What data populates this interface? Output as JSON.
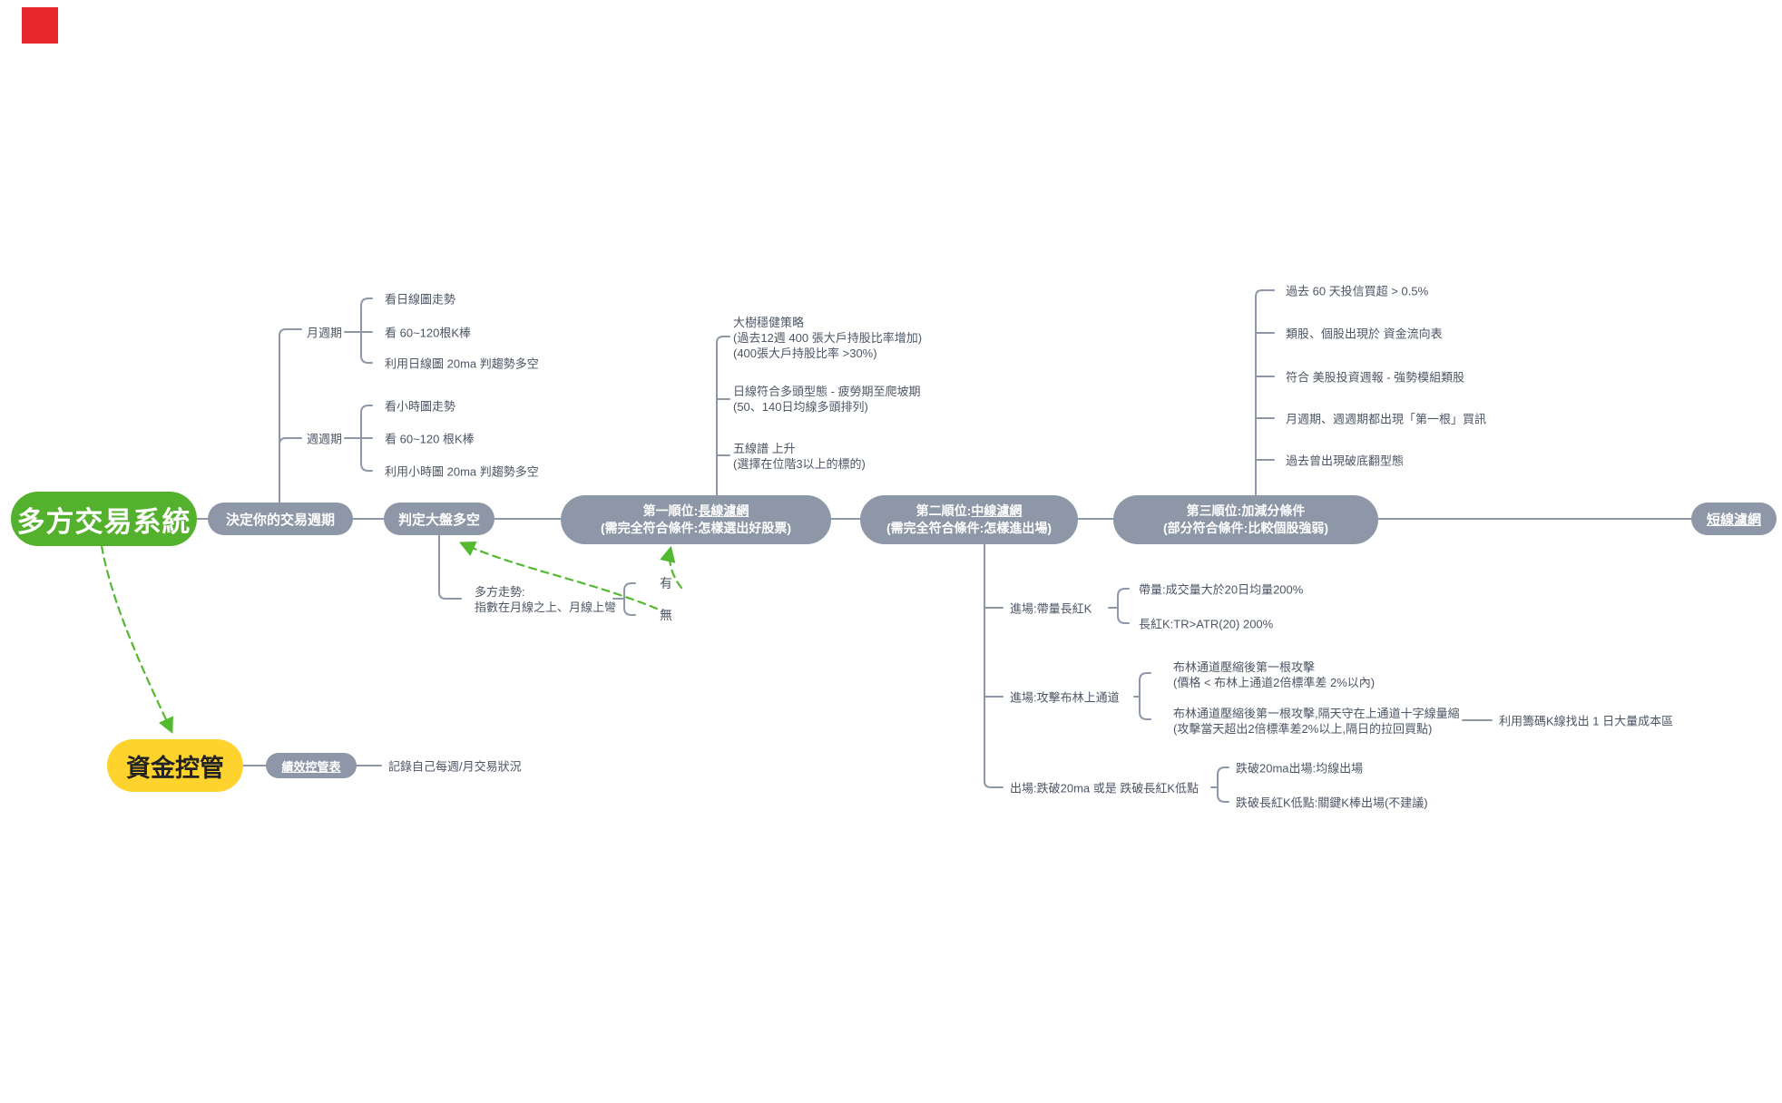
{
  "palette": {
    "node_gray": "#8d97a7",
    "line_gray": "#8d97a7",
    "text_dark": "#4d5665",
    "root_green": "#54b12e",
    "money_yellow": "#ffd32e",
    "arrow_green": "#53b92f",
    "red_marker": "#e8262d"
  },
  "root": {
    "label": "多方交易系統"
  },
  "cycle": {
    "label": "決定你的交易週期",
    "month": {
      "label": "月週期",
      "items": [
        "看日線圖走勢",
        "看 60~120根K棒",
        "利用日線圖 20ma 判趨勢多空"
      ]
    },
    "week": {
      "label": "週週期",
      "items": [
        "看小時圖走勢",
        "看 60~120 根K棒",
        "利用小時圖 20ma 判趨勢多空"
      ]
    }
  },
  "market": {
    "label": "判定大盤多空",
    "trend": {
      "line1": "多方走勢:",
      "line2": "指數在月線之上、月線上彎",
      "yes": "有",
      "no": "無"
    }
  },
  "p1": {
    "prefix": "第一順位:",
    "link": "長線濾網",
    "subtitle": "(需完全符合條件:怎樣選出好股票)",
    "blocks": [
      {
        "lines": [
          "大樹穩健策略",
          "(過去12週 400 張大戶持股比率增加)",
          "(400張大戶持股比率 >30%)"
        ]
      },
      {
        "lines": [
          "日線符合多頭型態 - 疲勞期至爬坡期",
          "(50、140日均線多頭排列)"
        ]
      },
      {
        "lines": [
          "五線譜 上升",
          "(選擇在位階3以上的標的)"
        ]
      }
    ]
  },
  "p2": {
    "prefix": "第二順位:",
    "link": "中線濾網",
    "subtitle": "(需完全符合條件:怎樣進出場)",
    "entry1": {
      "label": "進場:帶量長紅K",
      "items": [
        "帶量:成交量大於20日均量200%",
        "長紅K:TR>ATR(20) 200%"
      ]
    },
    "entry2": {
      "label": "進場:攻擊布林上通道",
      "block1": [
        "布林通道壓縮後第一根攻擊",
        "(價格 < 布林上通道2倍標準差 2%以內)"
      ],
      "block2": [
        "布林通道壓縮後第一根攻擊,隔天守在上通道十字線量縮",
        "(攻擊當天超出2倍標準差2%以上,隔日的拉回買點)"
      ],
      "note": "利用籌碼K線找出 1 日大量成本區"
    },
    "exit": {
      "label": "出場:跌破20ma 或是 跌破長紅K低點",
      "items": [
        "跌破20ma出場:均線出場",
        "跌破長紅K低點:關鍵K棒出場(不建議)"
      ]
    }
  },
  "p3": {
    "title": "第三順位:加減分條件",
    "subtitle": "(部分符合條件:比較個股強弱)",
    "items": [
      "過去 60 天投信買超 > 0.5%",
      "類股、個股出現於 資金流向表",
      "符合 美股投資週報 - 強勢模組類股",
      "月週期、週週期都出現「第一根」買訊",
      "過去曾出現破底翻型態"
    ]
  },
  "short": {
    "label": "短線濾網"
  },
  "money": {
    "label": "資金控管",
    "perf_label": "績效控管表",
    "record": "記錄自己每週/月交易狀況"
  }
}
